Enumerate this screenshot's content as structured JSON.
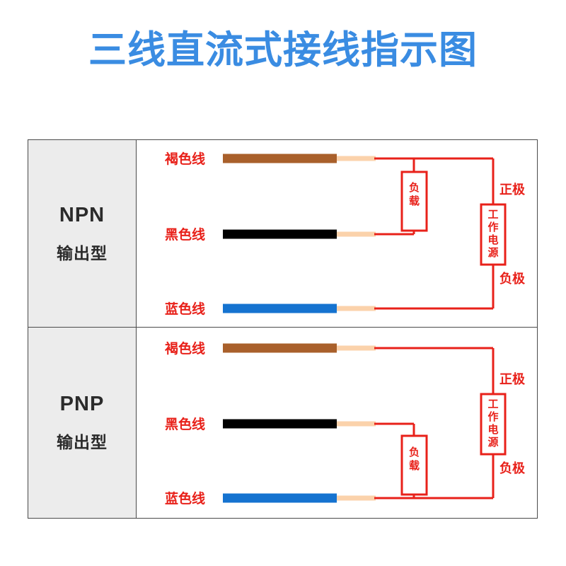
{
  "title": "三线直流式接线指示图",
  "colors": {
    "title_blue": "#3a8ce2",
    "wire_brown": "#a9602b",
    "wire_black": "#000000",
    "wire_blue": "#1573d0",
    "wire_lead": "#fbd2ab",
    "circuit_red": "#e8211a",
    "cell_bg": "#ececec",
    "frame_border": "#4a4a4a"
  },
  "rows": [
    {
      "id": "npn",
      "label_main": "NPN",
      "label_sub": "输出型",
      "wires": [
        {
          "name": "brown",
          "label": "褐色线",
          "color": "#a9602b"
        },
        {
          "name": "black",
          "label": "黑色线",
          "color": "#000000"
        },
        {
          "name": "blue",
          "label": "蓝色线",
          "color": "#1573d0"
        }
      ],
      "load_label": "负载",
      "supply_label": "工作电源",
      "positive_label": "正极",
      "negative_label": "负极"
    },
    {
      "id": "pnp",
      "label_main": "PNP",
      "label_sub": "输出型",
      "wires": [
        {
          "name": "brown",
          "label": "褐色线",
          "color": "#a9602b"
        },
        {
          "name": "black",
          "label": "黑色线",
          "color": "#000000"
        },
        {
          "name": "blue",
          "label": "蓝色线",
          "color": "#1573d0"
        }
      ],
      "load_label": "负载",
      "supply_label": "工作电源",
      "positive_label": "正极",
      "negative_label": "负极"
    }
  ]
}
